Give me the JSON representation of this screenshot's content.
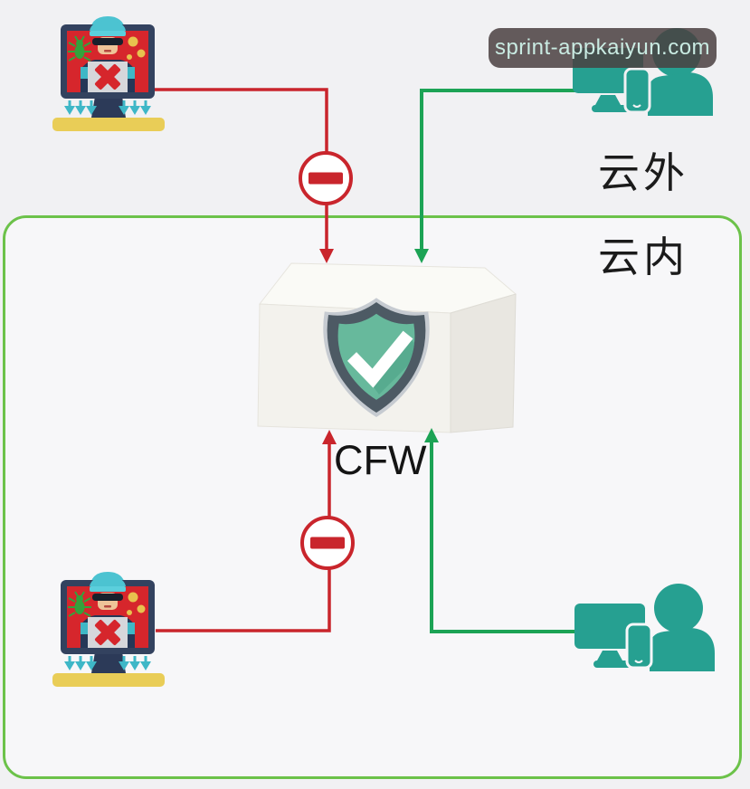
{
  "page": {
    "background": "#f1f1f3"
  },
  "watermark": {
    "text": "sprint-appkaiyun.com",
    "bg": "#4a403f",
    "text_color": "#c9ebe2"
  },
  "zones": {
    "outside_label": "云外",
    "inside_label": "云内",
    "border_color": "#6cc24a"
  },
  "firewall": {
    "label": "CFW",
    "icon": "shield-check-icon",
    "shape": "3d-box"
  },
  "actors": {
    "attacker_top": {
      "type": "attacker",
      "icon": "hacker-computer-icon",
      "position": "top-left"
    },
    "user_top": {
      "type": "trusted-user",
      "icon": "user-devices-icon",
      "position": "top-right"
    },
    "attacker_bottom": {
      "type": "attacker",
      "icon": "hacker-computer-icon",
      "position": "bottom-left"
    },
    "user_bottom": {
      "type": "trusted-user",
      "icon": "user-devices-icon",
      "position": "bottom-right"
    }
  },
  "connections": [
    {
      "from": "attacker-top-left",
      "to": "cfw",
      "status": "blocked",
      "marker": "no-entry-icon"
    },
    {
      "from": "user-top-right",
      "to": "cfw",
      "status": "allowed",
      "marker": "arrow"
    },
    {
      "from": "attacker-bottom-left",
      "to": "cfw",
      "status": "blocked",
      "marker": "no-entry-icon"
    },
    {
      "from": "user-bottom-right",
      "to": "cfw",
      "status": "allowed",
      "marker": "arrow"
    }
  ],
  "colors": {
    "page_bg": "#f1f1f3",
    "blocked": "#c9252c",
    "allowed": "#1ca355",
    "user_icon": "#26a091",
    "zone_border": "#6cc24a",
    "shield_dark": "#4d5a64",
    "shield_teal": "#67b99c",
    "shield_silver": "#c6cbd1",
    "screen_red": "#d6262c"
  }
}
